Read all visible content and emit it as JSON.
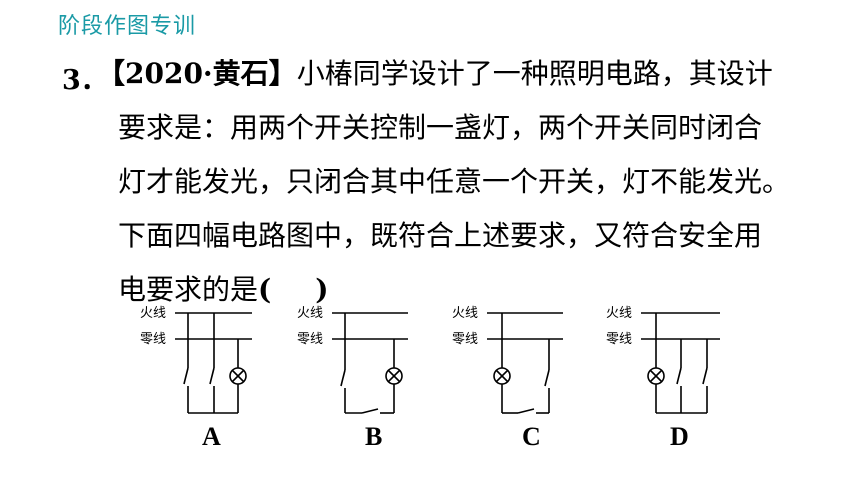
{
  "header": "阶段作图专训",
  "question": {
    "number": "3．",
    "source": "【2020·黄石】",
    "line1": "小椿同学设计了一种照明电路，其设计",
    "line2": "要求是：用两个开关控制一盏灯，两个开关同时闭合",
    "line3": "灯才能发光，只闭合其中任意一个开关，灯不能发光。",
    "line4": "下面四幅电路图中，既符合上述要求，又符合安全用",
    "line5": "电要求的是",
    "blank_open": "(",
    "blank_close": ")"
  },
  "wire_labels": {
    "live": "火线",
    "neutral": "零线"
  },
  "options": [
    "A",
    "B",
    "C",
    "D"
  ]
}
